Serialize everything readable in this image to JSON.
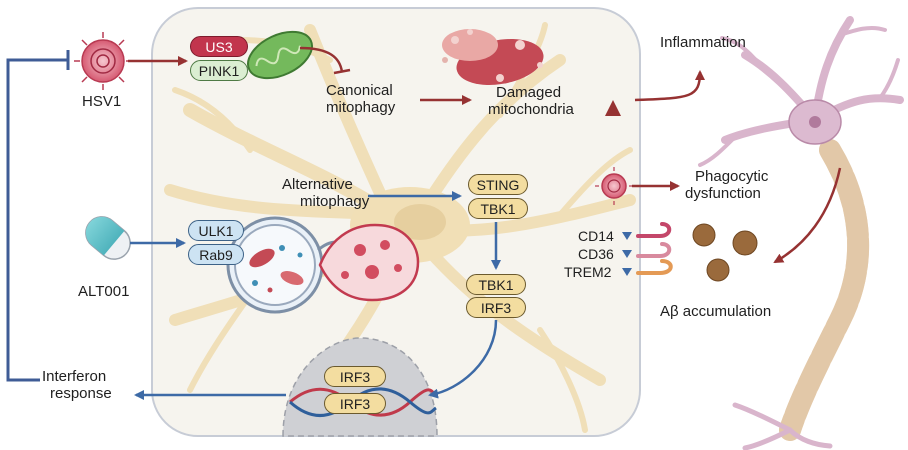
{
  "labels": {
    "hsv1": "HSV1",
    "alt001": "ALT001",
    "canonical": [
      "Canonical",
      "mitophagy"
    ],
    "damaged": [
      "Damaged",
      "mitochondria"
    ],
    "inflammation": "Inflammation",
    "alternative": [
      "Alternative",
      "mitophagy"
    ],
    "phagocytic": [
      "Phagocytic",
      "dysfunction"
    ],
    "abeta": "Aβ accumulation",
    "interferon": [
      "Interferon",
      "response"
    ]
  },
  "proteins": {
    "us3": "US3",
    "pink1": "PINK1",
    "ulk1": "ULK1",
    "rab9": "Rab9",
    "sting": "STING",
    "tbk1_top": "TBK1",
    "tbk1_mid": "TBK1",
    "irf3_mid": "IRF3",
    "irf3_top": "IRF3",
    "irf3_bottom": "IRF3"
  },
  "receptors": {
    "cd14": "CD14",
    "cd36": "CD36",
    "trem2": "TREM2"
  },
  "colors": {
    "activation_arrow": "#963232",
    "inhibition_line": "#3f5c96",
    "blue_arrow": "#3d6aa6",
    "down_triangle": "#3d6aa6",
    "up_triangle": "#963232",
    "neuron": "#d9b5cc",
    "microglia": "#f3e7cc"
  },
  "icons": {
    "virus": "virus-icon",
    "capsule": "capsule-icon",
    "mitochondrion": "mitochondrion-icon",
    "amyloid": "amyloid-plaque-icon",
    "dna": "dna-helix-icon",
    "neuron": "neuron-icon"
  }
}
